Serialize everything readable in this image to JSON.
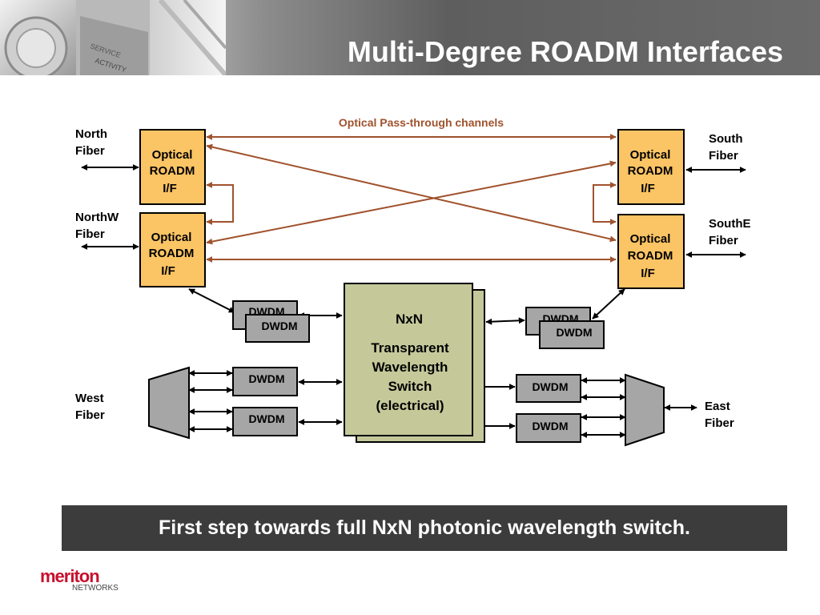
{
  "title": "Multi-Degree ROADM Interfaces",
  "banner": "First step towards full NxN photonic wavelength switch.",
  "photo_text": [
    "ACTIVITY",
    "SERVICE"
  ],
  "logo": {
    "brand": "meriton",
    "sub": "NETWORKS"
  },
  "diagram": {
    "pass_through_label": "Optical Pass-through channels",
    "fiber_labels": {
      "north": [
        "North",
        "Fiber"
      ],
      "northw": [
        "NorthW",
        "Fiber"
      ],
      "south": [
        "South",
        "Fiber"
      ],
      "southe": [
        "SouthE",
        "Fiber"
      ],
      "west": [
        "West",
        "Fiber"
      ],
      "east": [
        "East",
        "Fiber"
      ]
    },
    "roadm_lines": [
      "Optical",
      "ROADM",
      "I/F"
    ],
    "dwdm_label": "DWDM",
    "switch_lines": [
      "NxN",
      "Transparent",
      "Wavelength",
      "Switch",
      "(electrical)"
    ]
  },
  "colors": {
    "roadm_fill": "#fbc464",
    "switch_fill": "#c5c99a",
    "dwdm_fill": "#a6a6a6",
    "pass_through_arrow": "#a0522d",
    "banner_bg": "#3c3c3c"
  }
}
